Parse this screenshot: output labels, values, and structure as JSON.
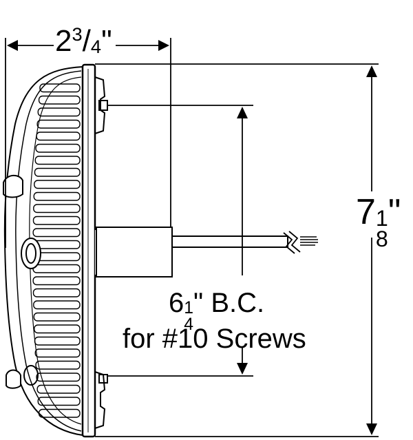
{
  "dimensions": {
    "width": {
      "whole": "2",
      "num": "3",
      "den": "4",
      "unit": "\""
    },
    "height": {
      "whole": "7",
      "num": "1",
      "den": "8",
      "unit": "\""
    },
    "bolt_circle": {
      "whole": "6",
      "num": "1",
      "den": "4",
      "unit": "\"",
      "suffix": " B.C."
    },
    "screws_note": "for #10 Screws"
  },
  "colors": {
    "line": "#000000",
    "background": "#ffffff"
  }
}
